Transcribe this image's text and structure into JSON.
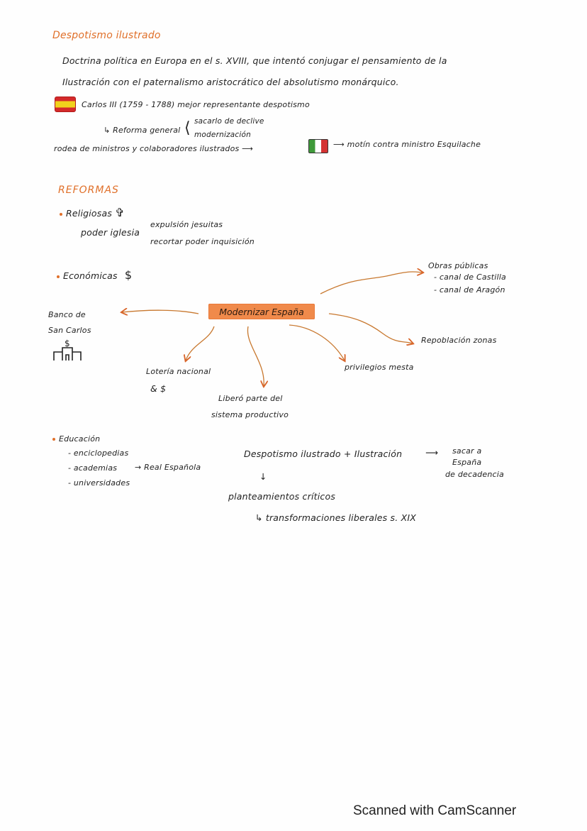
{
  "document": {
    "title": "Despotismo ilustrado",
    "intro_line1": "Doctrina política en Europa en el s. XVIII, que intentó conjugar el pensamiento de la",
    "intro_line2": "Ilustración con el paternalismo aristocrático del absolutismo monárquico.",
    "carlos_line": "Carlos III (1759 - 1788) mejor representante despotismo",
    "reforma_label": "↳ Reforma general",
    "reforma_branches": [
      "sacarlo de declive",
      "modernización"
    ],
    "ministros_line": "rodea de ministros y colaboradores ilustrados ⟶",
    "motin_line": "⟶ motín contra ministro Esquilache",
    "icons": {
      "spain_flag": "spain-flag-icon",
      "italy_flag": "italy-flag-icon",
      "cross": "✞",
      "dollar": "$",
      "bank": "bank-icon"
    },
    "colors": {
      "accent_orange": "#e0702a",
      "highlight_box": "#f08a4b",
      "arrow": "#c8782f"
    }
  },
  "reformas": {
    "heading": "REFORMAS",
    "religiosas": {
      "label": "Religiosas",
      "subject": "poder iglesia",
      "items": [
        "expulsión jesuitas",
        "recortar poder inquisición"
      ]
    },
    "economicas": {
      "label": "Económicas",
      "center": "Modernizar España",
      "obras": {
        "title": "Obras públicas",
        "items": [
          "- canal de Castilla",
          "- canal de Aragón"
        ]
      },
      "banco": [
        "Banco de",
        "San Carlos"
      ],
      "repoblacion": "Repoblación zonas",
      "loteria": [
        "Lotería nacional",
        "& $"
      ],
      "libero": [
        "Liberó parte del",
        "sistema productivo"
      ],
      "privilegios": "privilegios mesta"
    },
    "educacion": {
      "label": "Educación",
      "items": [
        "- enciclopedias",
        "- academias",
        "- universidades"
      ],
      "academias_target": "→ Real Española"
    }
  },
  "conclusion": {
    "main": "Despotismo ilustrado + Ilustración",
    "arrow_right": "⟶",
    "result": [
      "sacar a",
      "España",
      "de decadencia"
    ],
    "down_arrow": "↓",
    "planteamientos": "planteamientos críticos",
    "transformaciones": "↳ transformaciones liberales s. XIX"
  },
  "footer": {
    "watermark": "Scanned with CamScanner"
  }
}
